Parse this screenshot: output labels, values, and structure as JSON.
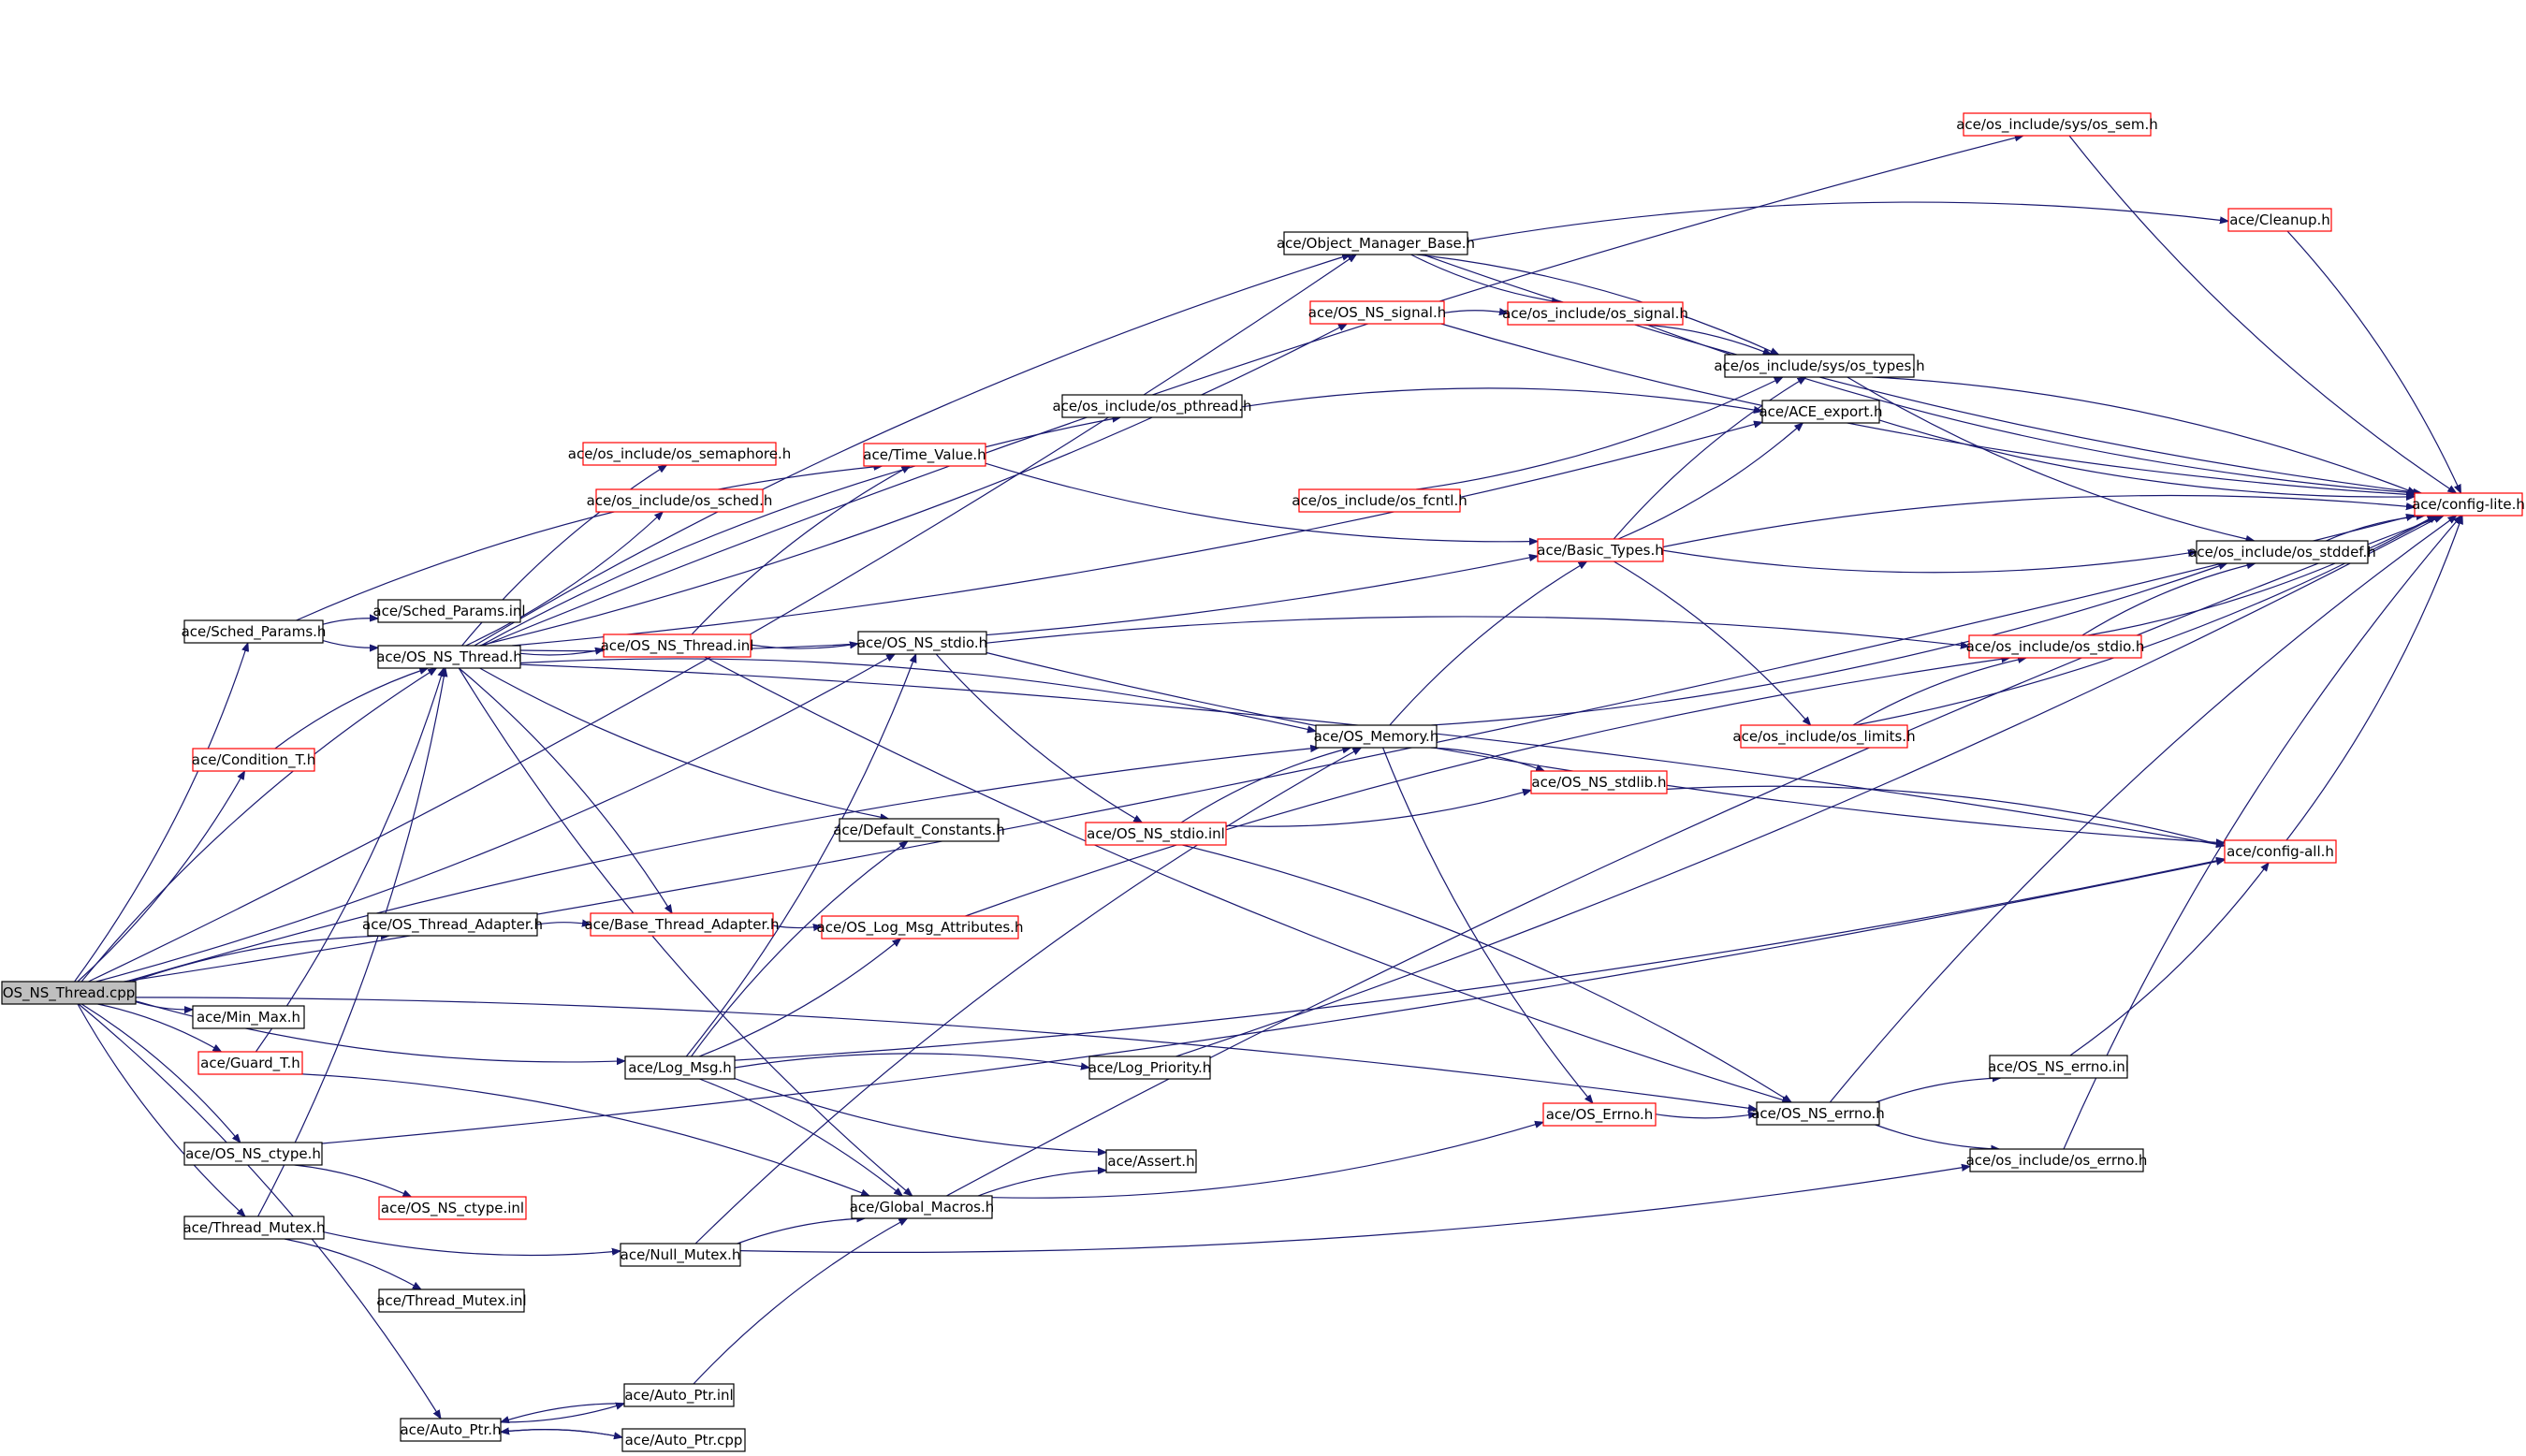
{
  "diagram": {
    "type": "include-dependency-graph",
    "edge_color": "#191970",
    "node_border_default": "#000000",
    "node_border_incomplete": "#ff0000",
    "root_fill": "#bfbfbf",
    "nodes": [
      {
        "id": "root",
        "label": "OS_NS_Thread.cpp",
        "style": "root"
      },
      {
        "id": "sched_params_h",
        "label": "ace/Sched_Params.h",
        "style": "normal"
      },
      {
        "id": "sched_params_inl",
        "label": "ace/Sched_Params.inl",
        "style": "normal"
      },
      {
        "id": "os_ns_thread_h",
        "label": "ace/OS_NS_Thread.h",
        "style": "normal"
      },
      {
        "id": "condition_t_h",
        "label": "ace/Condition_T.h",
        "style": "red"
      },
      {
        "id": "os_thread_adapter_h",
        "label": "ace/OS_Thread_Adapter.h",
        "style": "normal"
      },
      {
        "id": "min_max_h",
        "label": "ace/Min_Max.h",
        "style": "normal"
      },
      {
        "id": "guard_t_h",
        "label": "ace/Guard_T.h",
        "style": "red"
      },
      {
        "id": "os_ns_ctype_h",
        "label": "ace/OS_NS_ctype.h",
        "style": "normal"
      },
      {
        "id": "os_ns_ctype_inl",
        "label": "ace/OS_NS_ctype.inl",
        "style": "red"
      },
      {
        "id": "thread_mutex_h",
        "label": "ace/Thread_Mutex.h",
        "style": "normal"
      },
      {
        "id": "thread_mutex_inl",
        "label": "ace/Thread_Mutex.inl",
        "style": "normal"
      },
      {
        "id": "auto_ptr_h",
        "label": "ace/Auto_Ptr.h",
        "style": "normal"
      },
      {
        "id": "auto_ptr_inl",
        "label": "ace/Auto_Ptr.inl",
        "style": "normal"
      },
      {
        "id": "auto_ptr_cpp",
        "label": "ace/Auto_Ptr.cpp",
        "style": "normal"
      },
      {
        "id": "os_semaphore_h",
        "label": "ace/os_include/os_semaphore.h",
        "style": "red"
      },
      {
        "id": "os_sched_h",
        "label": "ace/os_include/os_sched.h",
        "style": "red"
      },
      {
        "id": "os_ns_thread_inl",
        "label": "ace/OS_NS_Thread.inl",
        "style": "red"
      },
      {
        "id": "time_value_h",
        "label": "ace/Time_Value.h",
        "style": "red"
      },
      {
        "id": "os_ns_stdio_h",
        "label": "ace/OS_NS_stdio.h",
        "style": "normal"
      },
      {
        "id": "default_constants_h",
        "label": "ace/Default_Constants.h",
        "style": "normal"
      },
      {
        "id": "base_thread_adapter_h",
        "label": "ace/Base_Thread_Adapter.h",
        "style": "red"
      },
      {
        "id": "os_log_msg_attributes_h",
        "label": "ace/OS_Log_Msg_Attributes.h",
        "style": "red"
      },
      {
        "id": "log_msg_h",
        "label": "ace/Log_Msg.h",
        "style": "normal"
      },
      {
        "id": "log_priority_h",
        "label": "ace/Log_Priority.h",
        "style": "normal"
      },
      {
        "id": "assert_h",
        "label": "ace/Assert.h",
        "style": "normal"
      },
      {
        "id": "global_macros_h",
        "label": "ace/Global_Macros.h",
        "style": "normal"
      },
      {
        "id": "null_mutex_h",
        "label": "ace/Null_Mutex.h",
        "style": "normal"
      },
      {
        "id": "object_manager_base_h",
        "label": "ace/Object_Manager_Base.h",
        "style": "normal"
      },
      {
        "id": "os_ns_signal_h",
        "label": "ace/OS_NS_signal.h",
        "style": "red"
      },
      {
        "id": "os_pthread_h",
        "label": "ace/os_include/os_pthread.h",
        "style": "normal"
      },
      {
        "id": "os_fcntl_h",
        "label": "ace/os_include/os_fcntl.h",
        "style": "red"
      },
      {
        "id": "os_ns_stdio_inl",
        "label": "ace/OS_NS_stdio.inl",
        "style": "red"
      },
      {
        "id": "os_memory_h",
        "label": "ace/OS_Memory.h",
        "style": "normal"
      },
      {
        "id": "os_ns_stdlib_h",
        "label": "ace/OS_NS_stdlib.h",
        "style": "red"
      },
      {
        "id": "os_errno_h_ace",
        "label": "ace/OS_Errno.h",
        "style": "red"
      },
      {
        "id": "os_sem_h",
        "label": "ace/os_include/sys/os_sem.h",
        "style": "red"
      },
      {
        "id": "cleanup_h",
        "label": "ace/Cleanup.h",
        "style": "red"
      },
      {
        "id": "os_signal_h",
        "label": "ace/os_include/os_signal.h",
        "style": "red"
      },
      {
        "id": "os_types_h",
        "label": "ace/os_include/sys/os_types.h",
        "style": "normal"
      },
      {
        "id": "ace_export_h",
        "label": "ace/ACE_export.h",
        "style": "normal"
      },
      {
        "id": "basic_types_h",
        "label": "ace/Basic_Types.h",
        "style": "red"
      },
      {
        "id": "os_limits_h",
        "label": "ace/os_include/os_limits.h",
        "style": "red"
      },
      {
        "id": "os_ns_errno_h",
        "label": "ace/OS_NS_errno.h",
        "style": "normal"
      },
      {
        "id": "os_ns_errno_inl",
        "label": "ace/OS_NS_errno.inl",
        "style": "normal"
      },
      {
        "id": "os_errno_h",
        "label": "ace/os_include/os_errno.h",
        "style": "normal"
      },
      {
        "id": "os_stdio_h",
        "label": "ace/os_include/os_stdio.h",
        "style": "red"
      },
      {
        "id": "os_stddef_h",
        "label": "ace/os_include/os_stddef.h",
        "style": "normal"
      },
      {
        "id": "config_all_h",
        "label": "ace/config-all.h",
        "style": "red"
      },
      {
        "id": "config_lite_h",
        "label": "ace/config-lite.h",
        "style": "red"
      }
    ],
    "edges": [
      [
        "root",
        "sched_params_h"
      ],
      [
        "root",
        "os_ns_thread_h"
      ],
      [
        "root",
        "condition_t_h"
      ],
      [
        "root",
        "os_thread_adapter_h"
      ],
      [
        "root",
        "min_max_h"
      ],
      [
        "root",
        "guard_t_h"
      ],
      [
        "root",
        "log_msg_h"
      ],
      [
        "root",
        "os_ns_ctype_h"
      ],
      [
        "root",
        "thread_mutex_h"
      ],
      [
        "root",
        "auto_ptr_h"
      ],
      [
        "root",
        "object_manager_base_h"
      ],
      [
        "root",
        "os_memory_h"
      ],
      [
        "root",
        "os_ns_stdio_h"
      ],
      [
        "root",
        "os_ns_errno_h"
      ],
      [
        "root",
        "config_lite_h"
      ],
      [
        "sched_params_h",
        "sched_params_inl"
      ],
      [
        "sched_params_h",
        "os_ns_thread_h"
      ],
      [
        "sched_params_h",
        "time_value_h"
      ],
      [
        "os_ns_thread_h",
        "os_ns_thread_inl"
      ],
      [
        "os_ns_thread_h",
        "os_semaphore_h"
      ],
      [
        "os_ns_thread_h",
        "os_sched_h"
      ],
      [
        "os_ns_thread_h",
        "os_sem_h"
      ],
      [
        "os_ns_thread_h",
        "os_ns_signal_h"
      ],
      [
        "os_ns_thread_h",
        "os_pthread_h"
      ],
      [
        "os_ns_thread_h",
        "basic_types_h"
      ],
      [
        "os_ns_thread_h",
        "os_memory_h"
      ],
      [
        "os_ns_thread_h",
        "default_constants_h"
      ],
      [
        "os_ns_thread_h",
        "base_thread_adapter_h"
      ],
      [
        "os_ns_thread_h",
        "global_macros_h"
      ],
      [
        "os_ns_thread_h",
        "config_all_h"
      ],
      [
        "os_ns_thread_h",
        "ace_export_h"
      ],
      [
        "os_ns_thread_h",
        "object_manager_base_h"
      ],
      [
        "os_ns_thread_inl",
        "os_ns_stdio_h"
      ],
      [
        "os_ns_thread_inl",
        "time_value_h"
      ],
      [
        "os_ns_thread_inl",
        "os_ns_errno_h"
      ],
      [
        "condition_t_h",
        "os_ns_thread_h"
      ],
      [
        "guard_t_h",
        "os_ns_thread_h"
      ],
      [
        "guard_t_h",
        "global_macros_h"
      ],
      [
        "thread_mutex_h",
        "os_ns_thread_h"
      ],
      [
        "thread_mutex_h",
        "thread_mutex_inl"
      ],
      [
        "thread_mutex_h",
        "null_mutex_h"
      ],
      [
        "os_thread_adapter_h",
        "base_thread_adapter_h"
      ],
      [
        "base_thread_adapter_h",
        "os_log_msg_attributes_h"
      ],
      [
        "os_log_msg_attributes_h",
        "os_stdio_h"
      ],
      [
        "log_msg_h",
        "os_log_msg_attributes_h"
      ],
      [
        "log_msg_h",
        "default_constants_h"
      ],
      [
        "log_msg_h",
        "os_ns_stdio_h"
      ],
      [
        "log_msg_h",
        "log_priority_h"
      ],
      [
        "log_msg_h",
        "assert_h"
      ],
      [
        "log_msg_h",
        "global_macros_h"
      ],
      [
        "log_msg_h",
        "config_all_h"
      ],
      [
        "os_ns_ctype_h",
        "os_ns_ctype_inl"
      ],
      [
        "os_ns_ctype_h",
        "config_all_h"
      ],
      [
        "null_mutex_h",
        "global_macros_h"
      ],
      [
        "null_mutex_h",
        "os_errno_h"
      ],
      [
        "null_mutex_h",
        "os_memory_h"
      ],
      [
        "auto_ptr_h",
        "auto_ptr_inl"
      ],
      [
        "auto_ptr_h",
        "auto_ptr_cpp"
      ],
      [
        "auto_ptr_inl",
        "auto_ptr_h"
      ],
      [
        "auto_ptr_inl",
        "global_macros_h"
      ],
      [
        "auto_ptr_cpp",
        "auto_ptr_h"
      ],
      [
        "global_macros_h",
        "assert_h"
      ],
      [
        "global_macros_h",
        "os_errno_h_ace"
      ],
      [
        "global_macros_h",
        "config_lite_h"
      ],
      [
        "os_ns_stdio_h",
        "os_ns_stdio_inl"
      ],
      [
        "os_ns_stdio_h",
        "os_stdio_h"
      ],
      [
        "os_ns_stdio_h",
        "config_all_h"
      ],
      [
        "os_ns_stdio_inl",
        "os_memory_h"
      ],
      [
        "os_ns_stdio_inl",
        "os_ns_stdlib_h"
      ],
      [
        "os_ns_stdio_inl",
        "os_ns_errno_h"
      ],
      [
        "time_value_h",
        "basic_types_h"
      ],
      [
        "os_memory_h",
        "os_ns_stdlib_h"
      ],
      [
        "os_memory_h",
        "os_errno_h_ace"
      ],
      [
        "os_memory_h",
        "basic_types_h"
      ],
      [
        "os_memory_h",
        "os_stddef_h"
      ],
      [
        "os_ns_stdlib_h",
        "config_all_h"
      ],
      [
        "os_errno_h_ace",
        "os_ns_errno_h"
      ],
      [
        "os_ns_errno_h",
        "os_ns_errno_inl"
      ],
      [
        "os_ns_errno_h",
        "os_errno_h"
      ],
      [
        "os_ns_errno_h",
        "config_lite_h"
      ],
      [
        "os_ns_errno_inl",
        "config_all_h"
      ],
      [
        "os_errno_h",
        "config_lite_h"
      ],
      [
        "log_priority_h",
        "config_lite_h"
      ],
      [
        "object_manager_base_h",
        "cleanup_h"
      ],
      [
        "object_manager_base_h",
        "os_signal_h"
      ],
      [
        "object_manager_base_h",
        "os_types_h"
      ],
      [
        "object_manager_base_h",
        "config_lite_h"
      ],
      [
        "os_ns_signal_h",
        "os_signal_h"
      ],
      [
        "os_ns_signal_h",
        "config_lite_h"
      ],
      [
        "os_signal_h",
        "os_types_h"
      ],
      [
        "os_signal_h",
        "config_lite_h"
      ],
      [
        "os_pthread_h",
        "ace_export_h"
      ],
      [
        "os_fcntl_h",
        "os_types_h"
      ],
      [
        "basic_types_h",
        "os_types_h"
      ],
      [
        "basic_types_h",
        "ace_export_h"
      ],
      [
        "basic_types_h",
        "os_limits_h"
      ],
      [
        "basic_types_h",
        "os_stddef_h"
      ],
      [
        "basic_types_h",
        "config_lite_h"
      ],
      [
        "os_types_h",
        "os_stddef_h"
      ],
      [
        "os_types_h",
        "config_lite_h"
      ],
      [
        "ace_export_h",
        "config_lite_h"
      ],
      [
        "os_limits_h",
        "os_stdio_h"
      ],
      [
        "os_limits_h",
        "config_lite_h"
      ],
      [
        "os_stdio_h",
        "os_stddef_h"
      ],
      [
        "os_stdio_h",
        "config_lite_h"
      ],
      [
        "os_stddef_h",
        "config_lite_h"
      ],
      [
        "config_all_h",
        "config_lite_h"
      ],
      [
        "cleanup_h",
        "config_lite_h"
      ],
      [
        "os_sem_h",
        "config_lite_h"
      ]
    ]
  }
}
